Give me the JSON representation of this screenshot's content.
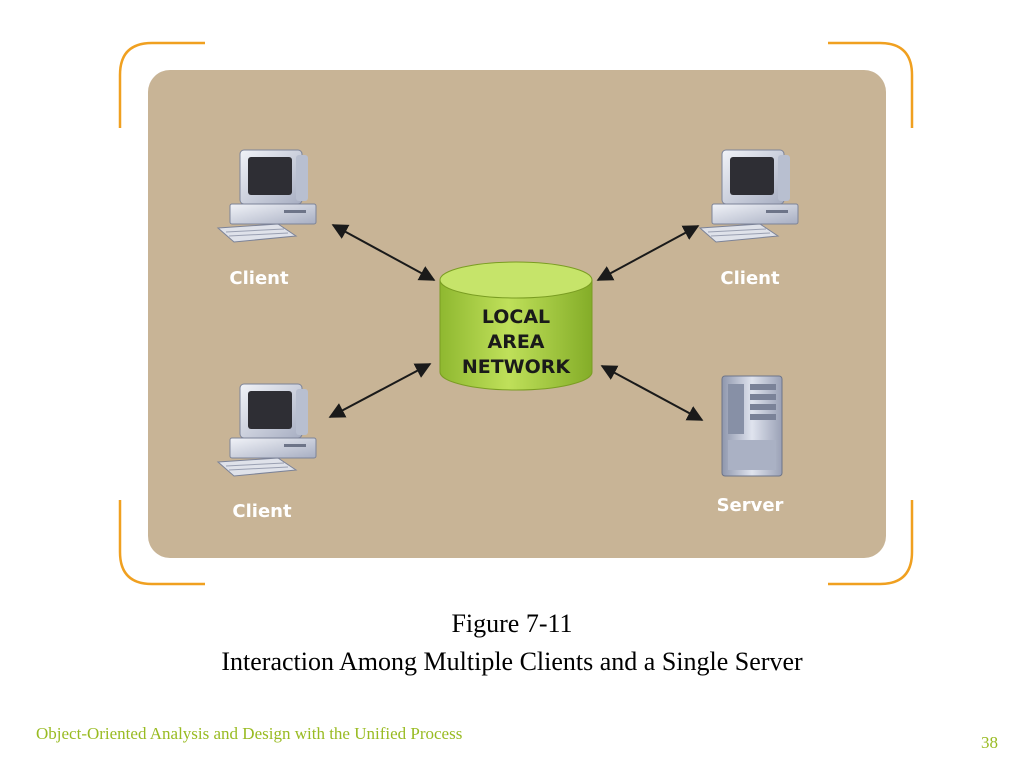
{
  "diagram": {
    "nodes": {
      "client_top_left": "Client",
      "client_top_right": "Client",
      "client_bottom_left": "Client",
      "server": "Server",
      "network_line1": "LOCAL",
      "network_line2": "AREA",
      "network_line3": "NETWORK"
    },
    "edges": [
      {
        "from": "client_top_left",
        "to": "network",
        "direction": "both"
      },
      {
        "from": "client_top_right",
        "to": "network",
        "direction": "both"
      },
      {
        "from": "client_bottom_left",
        "to": "network",
        "direction": "both"
      },
      {
        "from": "server",
        "to": "network",
        "direction": "both"
      }
    ],
    "colors": {
      "panel": "#c8b496",
      "frame": "#f0a020",
      "network": "#9cc43a",
      "label": "#ffffff"
    }
  },
  "caption": {
    "line1": "Figure 7-11",
    "line2": "Interaction Among Multiple Clients and a Single Server"
  },
  "footer": {
    "text": "Object-Oriented Analysis and Design with the Unified Process",
    "page": "38"
  }
}
